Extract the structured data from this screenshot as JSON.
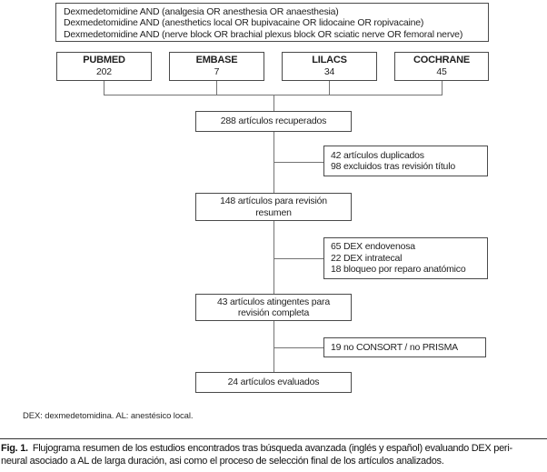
{
  "search_box": {
    "line1": "Dexmedetomidine AND (analgesia OR anesthesia OR anaesthesia)",
    "line2": "Dexmedetomidine AND (anesthetics local OR bupivacaine OR lidocaine OR ropivacaine)",
    "line3": "Dexmedetomidine AND (nerve block OR brachial plexus block OR sciatic nerve OR femoral nerve)"
  },
  "databases": [
    {
      "name": "PUBMED",
      "count": "202"
    },
    {
      "name": "EMBASE",
      "count": "7"
    },
    {
      "name": "LILACS",
      "count": "34"
    },
    {
      "name": "COCHRANE",
      "count": "45"
    }
  ],
  "flow": {
    "retrieved": "288 artículos recuperados",
    "excluded_title": {
      "line1": "42 artículos duplicados",
      "line2": "98 excluidos tras revisión título"
    },
    "abstract_review": {
      "line1": "148 artículos para revisión",
      "line2": "resumen"
    },
    "excluded_abstract": {
      "line1": "65 DEX endovenosa",
      "line2": "22 DEX intratecal",
      "line3": "18 bloqueo por reparo anatómico"
    },
    "full_review": {
      "line1": "43 artículos atingentes para",
      "line2": "revisión completa"
    },
    "excluded_full": "19 no CONSORT / no PRISMA",
    "evaluated": "24 artículos evaluados"
  },
  "footnote": "DEX: dexmedetomidina. AL: anestésico local.",
  "caption": {
    "label": "Fig. 1.",
    "line1": "Flujograma resumen de los estudios encontrados tras búsqueda avanzada (inglés y español) evaluando DEX peri-",
    "line2": "neural asociado a AL de larga duración, asi como el proceso de selección final de los artículos analizados."
  },
  "colors": {
    "box_border": "#4a4a4a",
    "connector_line": "#737373",
    "text": "#1f1f1f",
    "background": "#ffffff"
  }
}
